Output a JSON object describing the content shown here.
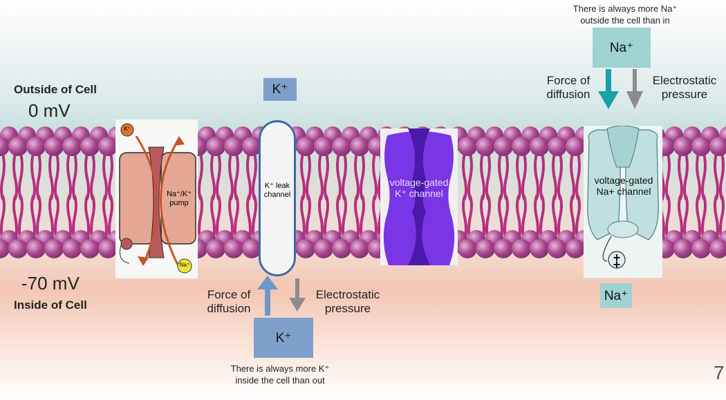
{
  "labels": {
    "outside_title": "Outside of Cell",
    "outside_voltage": "0 mV",
    "inside_voltage": "-70 mV",
    "inside_title": "Inside of Cell",
    "page_number": "7"
  },
  "pump": {
    "label_line1": "Na⁺/K⁺",
    "label_line2": "pump",
    "k_ion": "K⁺",
    "na_ion": "Na⁺"
  },
  "k_leak": {
    "top_box": "K⁺",
    "channel_line1": "K⁺ leak",
    "channel_line2": "channel",
    "force_line1": "Force of",
    "force_line2": "diffusion",
    "electro_line1": "Electrostatic",
    "electro_line2": "pressure",
    "bottom_box": "K⁺",
    "note_line1": "There is always more K⁺",
    "note_line2": "inside the cell than out"
  },
  "vg_k": {
    "line1": "voltage-gated",
    "line2": "K⁺ channel"
  },
  "vg_na": {
    "note_line1": "There is always more Na⁺",
    "note_line2": "outside the cell than in",
    "top_box": "Na⁺",
    "force_line1": "Force of",
    "force_line2": "diffusion",
    "electro_line1": "Electrostatic",
    "electro_line2": "pressure",
    "channel_line1": "voltage-gated",
    "channel_line2": "Na+ channel",
    "bottom_box": "Na⁺",
    "gate_symbol": "+"
  },
  "colors": {
    "head": "#a8478f",
    "tail": "#b5307e",
    "k_box": "#7f9fcb",
    "na_box": "#9fd3d3",
    "diffusion_k": "#6f97c9",
    "diffusion_na": "#17a1a8",
    "electrostatic": "#8c8c8c",
    "vg_k_channel": "#7a35e6"
  }
}
